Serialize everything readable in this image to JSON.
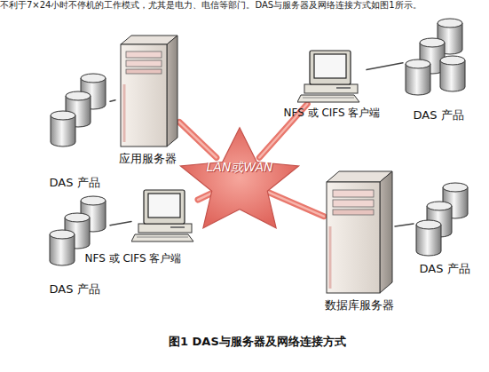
{
  "diagram": {
    "caption": "图1 DAS与服务器及网络连接方式",
    "nodes": [
      {
        "text": [
          "应用服务器"
        ]
      },
      {
        "text": [
          "NFS 或 CIFS 客户端"
        ]
      },
      {
        "text": [
          "DAS 产品"
        ]
      },
      {
        "text": [
          "DAS 产品"
        ]
      },
      {
        "text": [
          "LAN或WAN"
        ]
      },
      {
        "text": [
          "NFS 或 CIFS 客户端"
        ]
      },
      {
        "text": [
          "数据库服务器"
        ]
      },
      {
        "text": [
          "DAS 产品"
        ]
      },
      {
        "text": [
          "DAS 产品"
        ]
      }
    ],
    "edges": [
      {
        "from": 0,
        "to": 4,
        "arrow": "none"
      },
      {
        "from": 1,
        "to": 4,
        "arrow": "none"
      },
      {
        "from": 5,
        "to": 4,
        "arrow": "none"
      },
      {
        "from": 6,
        "to": 4,
        "arrow": "none"
      },
      {
        "from": 0,
        "to": 3,
        "arrow": "none"
      },
      {
        "from": 1,
        "to": 2,
        "arrow": "none"
      },
      {
        "from": 5,
        "to": 7,
        "arrow": "none"
      },
      {
        "from": 6,
        "to": 8,
        "arrow": "none"
      }
    ],
    "labels": [
      "不利于7×24小时不停机的工作模式，尤其是电力、电信等部门。DAS与服务器及网络连接方式如图1所示。"
    ]
  }
}
